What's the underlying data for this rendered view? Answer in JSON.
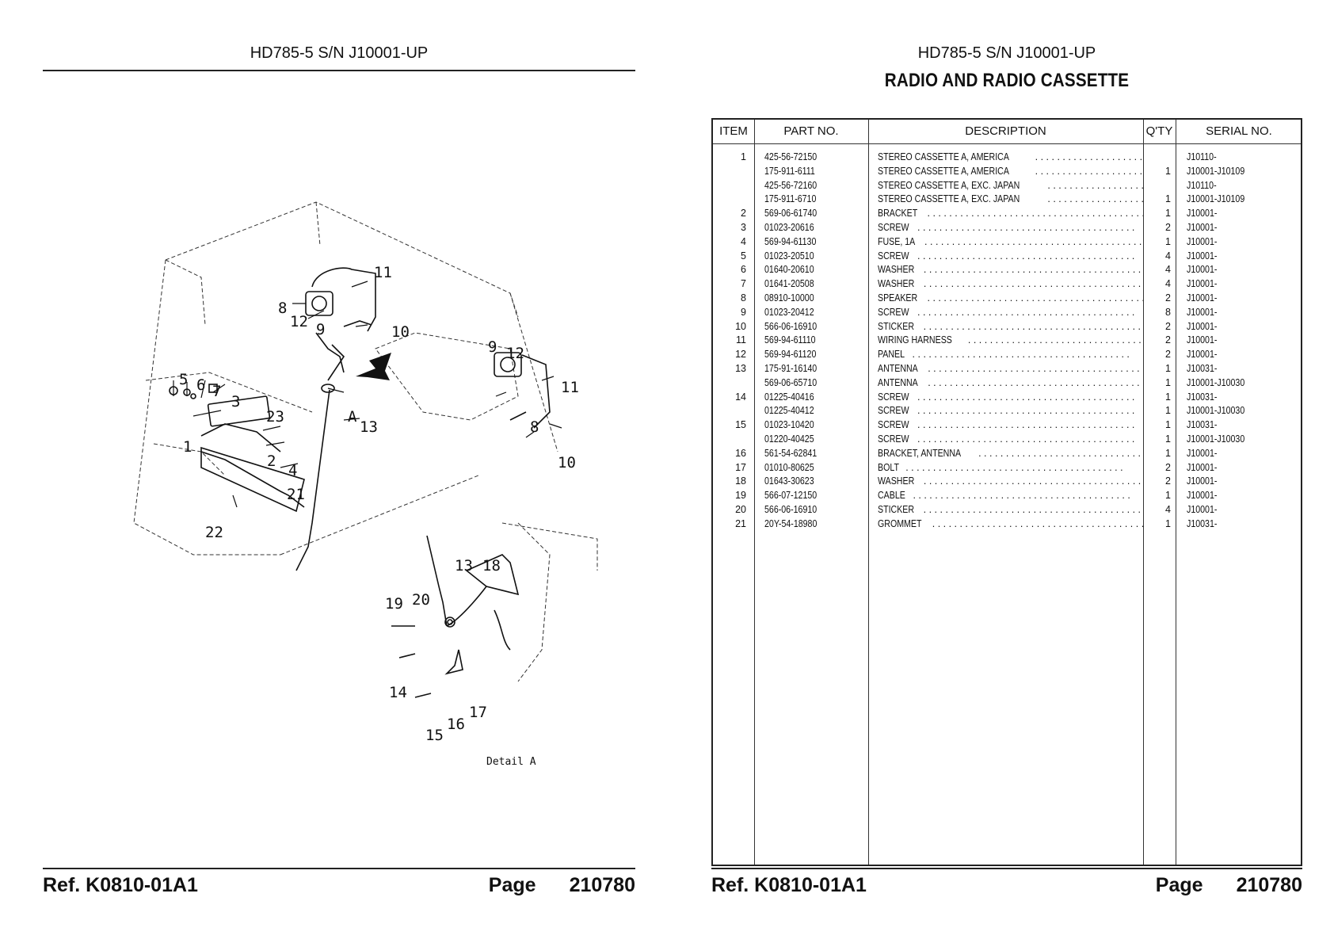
{
  "left_page": {
    "header": "HD785-5 S/N J10001-UP",
    "footer_ref": "Ref.  K0810-01A1",
    "footer_page_label": "Page",
    "footer_page_number": "210780",
    "diagram": {
      "callouts": [
        "1",
        "2",
        "3",
        "4",
        "5",
        "6",
        "7",
        "8",
        "9",
        "10",
        "11",
        "12",
        "13",
        "14",
        "15",
        "16",
        "17",
        "18",
        "19",
        "20",
        "21",
        "22",
        "23"
      ],
      "view_letter": "A",
      "detail_label": "Detail A"
    }
  },
  "right_page": {
    "header": "HD785-5 S/N J10001-UP",
    "title": "RADIO AND RADIO CASSETTE",
    "footer_ref": "Ref.  K0810-01A1",
    "footer_page_label": "Page",
    "footer_page_number": "210780",
    "table": {
      "columns": {
        "item": "ITEM",
        "part_no": "PART NO.",
        "description": "DESCRIPTION",
        "qty": "Q'TY",
        "serial": "SERIAL NO."
      },
      "rows": [
        {
          "item": "1",
          "part": "425-56-72150",
          "desc": "STEREO CASSETTE A, AMERICA",
          "qty": "",
          "serial": "J10110-"
        },
        {
          "item": "",
          "part": "175-911-6111",
          "desc": "STEREO CASSETTE A, AMERICA",
          "qty": "1",
          "serial": "J10001-J10109"
        },
        {
          "item": "",
          "part": "425-56-72160",
          "desc": "STEREO CASSETTE A, EXC. JAPAN",
          "qty": "",
          "serial": "J10110-"
        },
        {
          "item": "",
          "part": "175-911-6710",
          "desc": "STEREO CASSETTE A, EXC. JAPAN",
          "qty": "1",
          "serial": "J10001-J10109"
        },
        {
          "item": "2",
          "part": "569-06-61740",
          "desc": "BRACKET",
          "qty": "1",
          "serial": "J10001-"
        },
        {
          "item": "3",
          "part": "01023-20616",
          "desc": "SCREW",
          "qty": "2",
          "serial": "J10001-"
        },
        {
          "item": "4",
          "part": "569-94-61130",
          "desc": "FUSE, 1A",
          "qty": "1",
          "serial": "J10001-"
        },
        {
          "item": "5",
          "part": "01023-20510",
          "desc": "SCREW",
          "qty": "4",
          "serial": "J10001-"
        },
        {
          "item": "6",
          "part": "01640-20610",
          "desc": "WASHER",
          "qty": "4",
          "serial": "J10001-"
        },
        {
          "item": "7",
          "part": "01641-20508",
          "desc": "WASHER",
          "qty": "4",
          "serial": "J10001-"
        },
        {
          "item": "8",
          "part": "08910-10000",
          "desc": "SPEAKER",
          "qty": "2",
          "serial": "J10001-"
        },
        {
          "item": "9",
          "part": "01023-20412",
          "desc": "SCREW",
          "qty": "8",
          "serial": "J10001-"
        },
        {
          "item": "10",
          "part": "566-06-16910",
          "desc": "STICKER",
          "qty": "2",
          "serial": "J10001-"
        },
        {
          "item": "11",
          "part": "569-94-61110",
          "desc": "WIRING HARNESS",
          "qty": "2",
          "serial": "J10001-"
        },
        {
          "item": "12",
          "part": "569-94-61120",
          "desc": "PANEL",
          "qty": "2",
          "serial": "J10001-"
        },
        {
          "item": "13",
          "part": "175-91-16140",
          "desc": "ANTENNA",
          "qty": "1",
          "serial": "J10031-"
        },
        {
          "item": "",
          "part": "569-06-65710",
          "desc": "ANTENNA",
          "qty": "1",
          "serial": "J10001-J10030"
        },
        {
          "item": "14",
          "part": "01225-40416",
          "desc": "SCREW",
          "qty": "1",
          "serial": "J10031-"
        },
        {
          "item": "",
          "part": "01225-40412",
          "desc": "SCREW",
          "qty": "1",
          "serial": "J10001-J10030"
        },
        {
          "item": "15",
          "part": "01023-10420",
          "desc": "SCREW",
          "qty": "1",
          "serial": "J10031-"
        },
        {
          "item": "",
          "part": "01220-40425",
          "desc": "SCREW",
          "qty": "1",
          "serial": "J10001-J10030"
        },
        {
          "item": "16",
          "part": "561-54-62841",
          "desc": "BRACKET, ANTENNA",
          "qty": "1",
          "serial": "J10001-"
        },
        {
          "item": "17",
          "part": "01010-80625",
          "desc": "BOLT",
          "qty": "2",
          "serial": "J10001-"
        },
        {
          "item": "18",
          "part": "01643-30623",
          "desc": "WASHER",
          "qty": "2",
          "serial": "J10001-"
        },
        {
          "item": "19",
          "part": "566-07-12150",
          "desc": "CABLE",
          "qty": "1",
          "serial": "J10001-"
        },
        {
          "item": "20",
          "part": "566-06-16910",
          "desc": "STICKER",
          "qty": "4",
          "serial": "J10001-"
        },
        {
          "item": "21",
          "part": "20Y-54-18980",
          "desc": "GROMMET",
          "qty": "1",
          "serial": "J10031-"
        }
      ]
    }
  }
}
